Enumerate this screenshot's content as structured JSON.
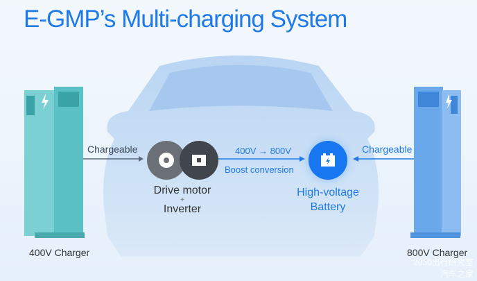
{
  "title": "E-GMP’s Multi-charging System",
  "left_charger": {
    "label": "400V Charger",
    "arrow_label": "Chargeable",
    "color": "#5cc1c4"
  },
  "right_charger": {
    "label": "800V Charger",
    "arrow_label": "Chargeable",
    "color": "#5b9fe8"
  },
  "drive": {
    "line1": "Drive motor",
    "plus": "+",
    "line2": "Inverter"
  },
  "boost": {
    "voltage": "400V → 800V",
    "label": "Boost conversion"
  },
  "battery": {
    "line1": "High-voltage",
    "line2": "Battery"
  },
  "watermark": {
    "line1": "2030出行研究室",
    "line2": "汽车之家"
  },
  "colors": {
    "accent": "#1f7ae8",
    "motor": "#6b7077",
    "inverter": "#41464d"
  }
}
